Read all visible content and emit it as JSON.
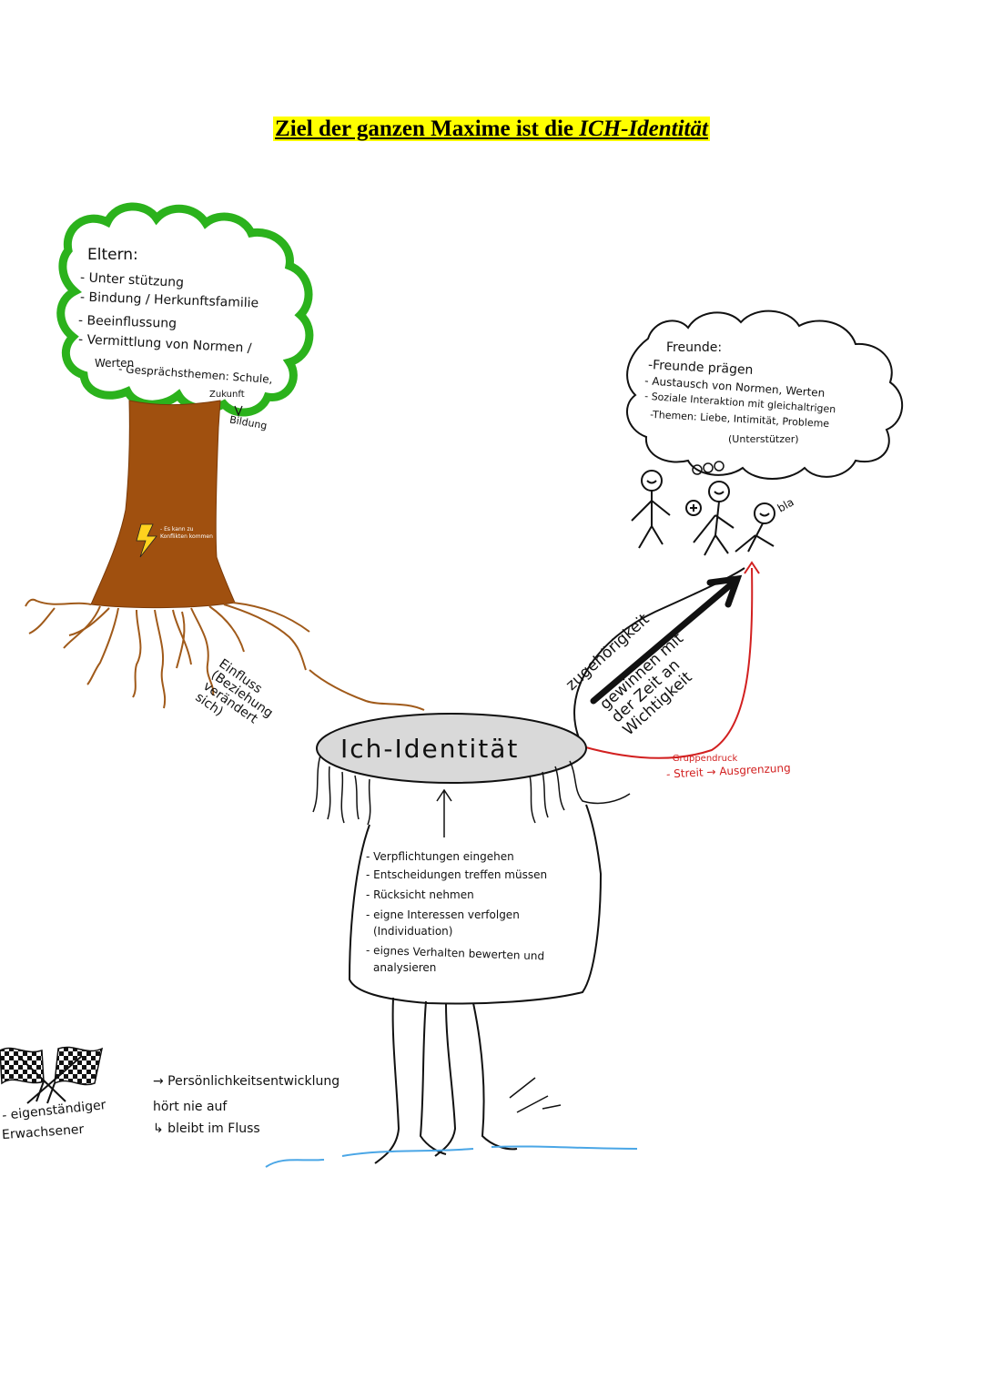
{
  "title": {
    "prefix": "Ziel der ganzen Maxime ist die ",
    "emphasis": "ICH-Identität"
  },
  "tree": {
    "heading": "Eltern:",
    "items": [
      "- Unter stützung",
      "- Bindung / Herkunftsfamilie",
      "- Beeinflussung",
      "- Vermittlung von Normen /",
      "Werten",
      "- Gesprächsthemen: Schule,",
      "Zukunft",
      "Bildung"
    ],
    "conflict_note": "- Es kann zu Konflikten kommen",
    "influence_note": [
      "Einfluss",
      "(Beziehung",
      "verändert",
      "sich)"
    ]
  },
  "friends": {
    "heading": "Freunde:",
    "items": [
      "-Freunde prägen",
      "- Austausch von Normen, Werten",
      "- Soziale Interaktion mit gleichaltrigen",
      "-Themen: Liebe, Intimität, Probleme",
      "(Unterstützer)"
    ],
    "thought_bubble": "ooo",
    "bubble_side": "bla"
  },
  "center": {
    "label": "Ich-Identität",
    "items": [
      "- Verpflichtungen eingehen",
      "- Entscheidungen treffen müssen",
      "- Rücksicht nehmen",
      "- eigne Interessen verfolgen",
      "(Individuation)",
      "- eignes Verhalten bewerten und",
      "analysieren"
    ]
  },
  "bridge": {
    "arrow_label": "zugehörigkeit",
    "gain_text": [
      "gewinnen mit",
      "der Zeit an",
      "Wichtigkeit"
    ],
    "risks": [
      "- Gruppendruck",
      "- Streit → Ausgrenzung"
    ]
  },
  "finish": {
    "text": [
      "- eigenständiger",
      "Erwachsener"
    ]
  },
  "development": {
    "text": [
      "→ Persönlichkeitsentwicklung",
      "hört nie auf",
      "↳ bleibt im Fluss"
    ]
  },
  "colors": {
    "crown": "#2bb21c",
    "trunk": "#a0500f",
    "roots": "#a05a1a",
    "lightning": "#ffd21e",
    "highlight": "#ffff00",
    "oval": "#d9d9d9",
    "red": "#d22020",
    "water": "#4aa6e6"
  }
}
